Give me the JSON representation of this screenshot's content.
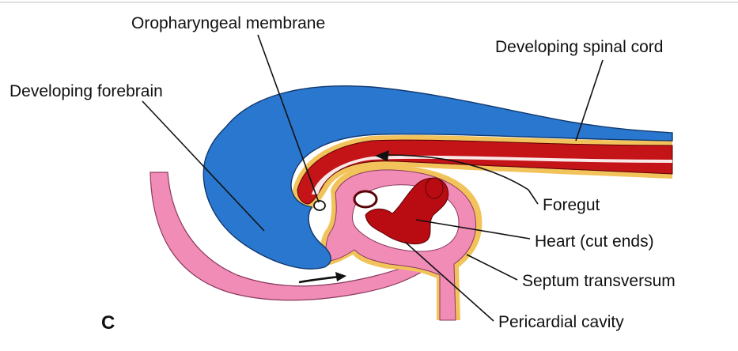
{
  "figure": {
    "panel_letter": "C",
    "labels": {
      "oropharyngeal_membrane": "Oropharyngeal membrane",
      "developing_spinal_cord": "Developing spinal cord",
      "developing_forebrain": "Developing forebrain",
      "foregut": "Foregut",
      "heart": "Heart (cut ends)",
      "septum_transversum": "Septum transversum",
      "pericardial_cavity": "Pericardial cavity"
    },
    "colors": {
      "neural_tube": "#2a77cf",
      "neural_tube_outline": "#123a6e",
      "foregut_endoderm": "#c41418",
      "mesoderm": "#f08cb6",
      "ectoderm_edge": "#f2c35a",
      "heart": "#b80c12",
      "pericardial_cavity": "#ffffff"
    }
  }
}
